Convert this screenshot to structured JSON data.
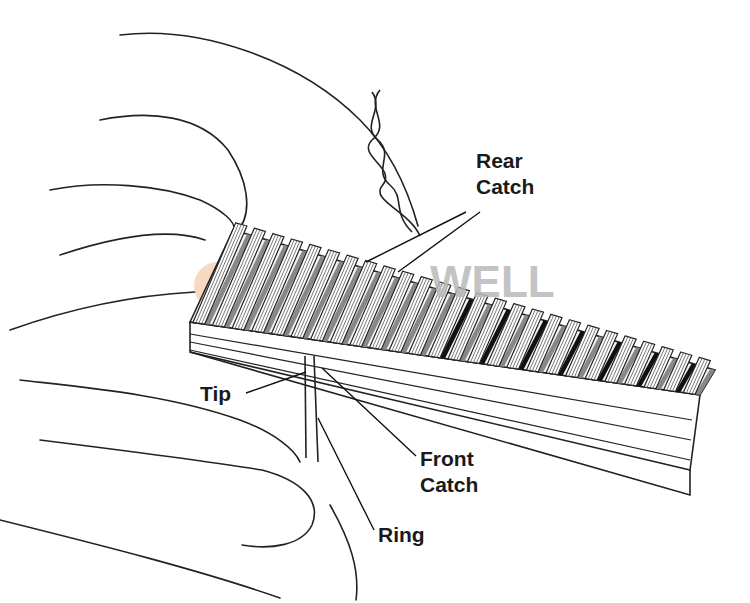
{
  "diagram": {
    "labels": [
      "Rear Catch",
      "Tip",
      "Front Catch",
      "Ring",
      "WELL"
    ]
  }
}
